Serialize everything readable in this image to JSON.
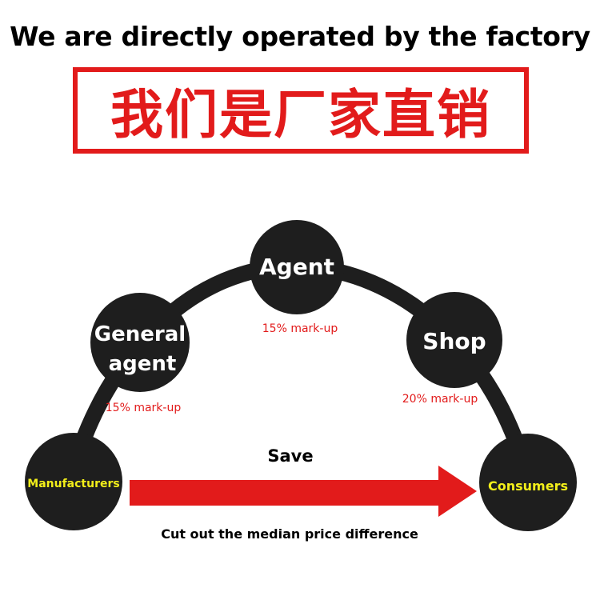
{
  "headline": "We are directly operated by the factory",
  "banner": {
    "text": "我们是厂家直销"
  },
  "diagram": {
    "nodes": {
      "manufacturers": "Manufacturers",
      "general_agent": [
        "General",
        "agent"
      ],
      "agent": "Agent",
      "shop": "Shop",
      "consumers": "Consumers"
    },
    "markups": {
      "general_agent": "15% mark-up",
      "agent": "15% mark-up",
      "shop": "20% mark-up"
    },
    "arrow": {
      "label": "Save",
      "caption": "Cut out the median price difference"
    }
  },
  "colors": {
    "accent_red": "#e21b1b",
    "node_fill": "#1e1e1e",
    "highlight_yellow": "#f2ee1a"
  }
}
